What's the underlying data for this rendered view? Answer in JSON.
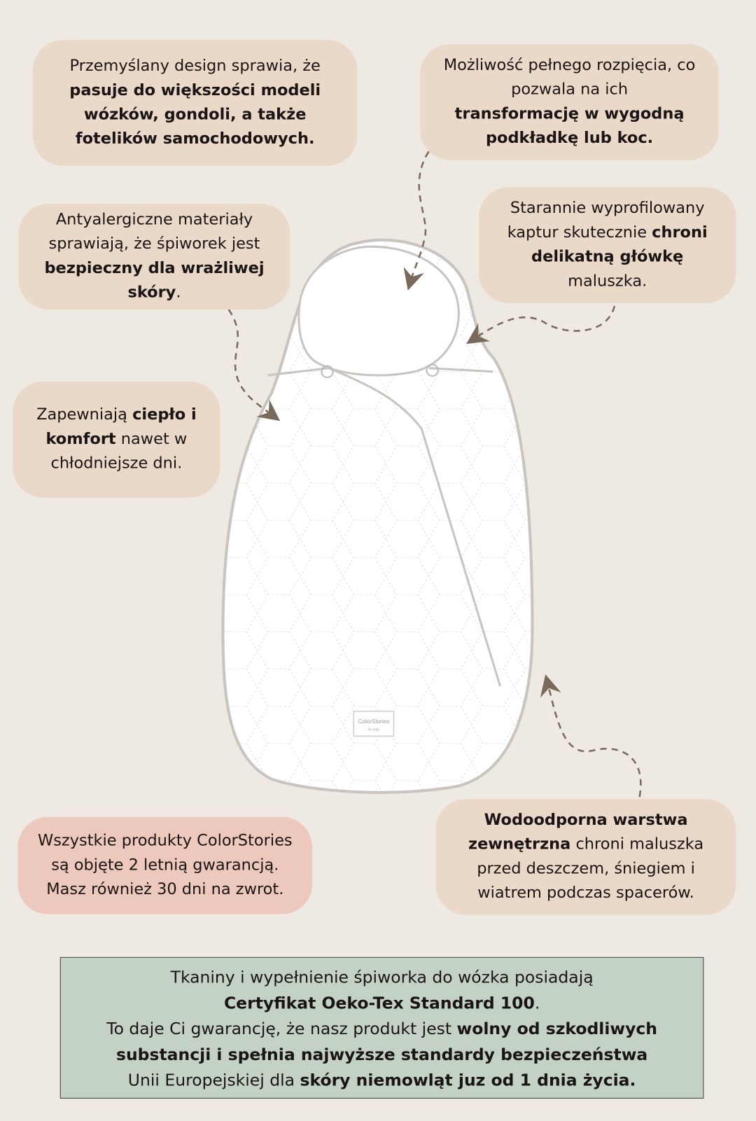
{
  "callouts": {
    "design": {
      "t1": "Przemyślany design sprawia, że",
      "b1": "pasuje do większości modeli wózków, gondoli, a także fotelików samochodowych."
    },
    "unzip": {
      "t1": "Możliwość pełnego rozpięcia, co pozwala na ich",
      "b1": "transformację w wygodną podkładkę lub koc."
    },
    "hood": {
      "t1": "Starannie wyprofilowany kaptur skutecznie",
      "b1": "chroni delikatną główkę",
      "t2": "maluszka."
    },
    "antiallergic": {
      "t1": "Antyalergiczne materiały sprawiają, że śpiworek jest",
      "b1": "bezpieczny dla wrażliwej skóry",
      "t2": "."
    },
    "warmth": {
      "t1": "Zapewniają",
      "b1": "ciepło i komfort",
      "t2": "nawet w chłodniejsze dni."
    },
    "waterproof": {
      "b1": "Wodoodporna warstwa zewnętrzna",
      "t1": "chroni maluszka przed deszczem, śniegiem i wiatrem podczas spacerów."
    },
    "warranty": {
      "t1": "Wszystkie produkty ColorStories są objęte 2 letnią gwarancją. Masz również 30 dni na zwrot."
    }
  },
  "product": {
    "label": "ColorStories",
    "sublabel": "for kids"
  },
  "certificate": {
    "t1": "Tkaniny i wypełnienie śpiworka do wózka posiadają",
    "b1": "Certyfikat Oeko-Tex Standard 100",
    "t2": ".",
    "t3": "To daje Ci gwarancję, że nasz produkt jest",
    "b2": "wolny od szkodliwych substancji i spełnia najwyższe standardy bezpieczeństwa",
    "t4": "Unii Europejskiej dla",
    "b3": "skóry niemowląt juz od 1 dnia życia."
  },
  "colors": {
    "background": "#efe9e3",
    "callout": "#ead8c8",
    "warranty": "#ecc9bc",
    "certificate": "#c3d2c4",
    "arrow": "#7a6a5c"
  }
}
